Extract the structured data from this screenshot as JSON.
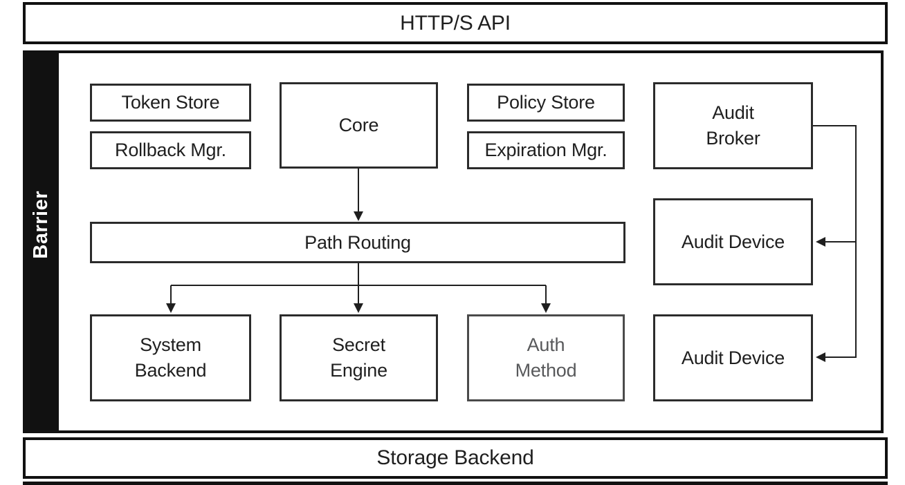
{
  "diagram": {
    "title_bar": {
      "label": "HTTP/S API"
    },
    "barrier": {
      "label": "Barrier"
    },
    "storage_bar": {
      "label": "Storage Backend"
    },
    "nodes": {
      "token_store": {
        "label": "Token Store"
      },
      "rollback_mgr": {
        "label": "Rollback Mgr."
      },
      "core": {
        "label": "Core"
      },
      "policy_store": {
        "label": "Policy Store"
      },
      "expiration_mgr": {
        "label": "Expiration Mgr."
      },
      "audit_broker": {
        "label": "Audit\nBroker"
      },
      "path_routing": {
        "label": "Path Routing"
      },
      "audit_device_top": {
        "label": "Audit Device"
      },
      "system_backend": {
        "label": "System\nBackend"
      },
      "secret_engine": {
        "label": "Secret\nEngine"
      },
      "auth_method": {
        "label": "Auth\nMethod"
      },
      "audit_device_bottom": {
        "label": "Audit Device"
      }
    },
    "edges": [
      {
        "from": "core",
        "to": "path_routing"
      },
      {
        "from": "path_routing",
        "to": "system_backend"
      },
      {
        "from": "path_routing",
        "to": "secret_engine"
      },
      {
        "from": "path_routing",
        "to": "auth_method"
      },
      {
        "from": "audit_broker",
        "to": "audit_device_top"
      },
      {
        "from": "audit_broker",
        "to": "audit_device_bottom"
      }
    ],
    "colors": {
      "line": "#1f1f1f",
      "box_border": "#2b2b2b",
      "bar_fill": "#111111",
      "text": "#1f1f1f",
      "muted_text": "#58595b",
      "background": "#ffffff"
    }
  }
}
